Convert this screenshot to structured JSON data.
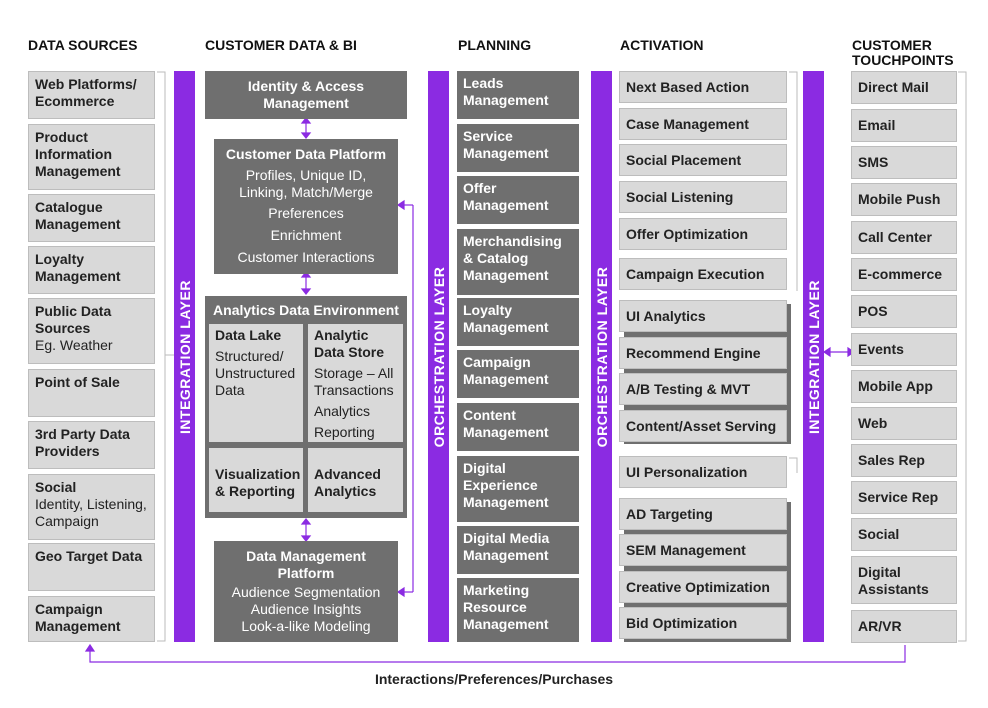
{
  "headers": {
    "data_sources": "DATA SOURCES",
    "customer_data_bi": "CUSTOMER DATA & BI",
    "planning": "PLANNING",
    "activation": "ACTIVATION",
    "touchpoints": "CUSTOMER TOUCHPOINTS"
  },
  "layers": {
    "integration": "INTEGRATION LAYER",
    "orchestration": "ORCHESTRATION LAYER"
  },
  "data_sources": [
    {
      "title": "Web Platforms/ Ecommerce",
      "sub": ""
    },
    {
      "title": "Product Information Management",
      "sub": ""
    },
    {
      "title": "Catalogue Management",
      "sub": ""
    },
    {
      "title": "Loyalty Management",
      "sub": ""
    },
    {
      "title": "Public Data Sources",
      "sub": "Eg. Weather"
    },
    {
      "title": "Point of Sale",
      "sub": ""
    },
    {
      "title": "3rd Party Data Providers",
      "sub": ""
    },
    {
      "title": "Social",
      "sub": "Identity, Listening, Campaign"
    },
    {
      "title": "Geo Target Data",
      "sub": ""
    },
    {
      "title": "Campaign Management",
      "sub": ""
    }
  ],
  "customer_data": {
    "identity": "Identity & Access Management",
    "cdp": {
      "title": "Customer Data Platform",
      "lines": [
        "Profiles, Unique ID, Linking, Match/Merge",
        "Preferences",
        "Enrichment",
        "Customer Interactions"
      ]
    },
    "ade": {
      "title": "Analytics Data Environment",
      "data_lake": {
        "title": "Data Lake",
        "sub": "Structured/ Unstructured Data"
      },
      "analytic_store": {
        "title": "Analytic Data Store",
        "lines": [
          "Storage – All Transactions",
          "Analytics",
          "Reporting"
        ]
      },
      "visualization": "Visualization & Reporting",
      "advanced": "Advanced Analytics"
    },
    "dmp": {
      "title": "Data Management Platform",
      "lines": [
        "Audience Segmentation",
        "Audience Insights",
        "Look-a-like Modeling"
      ]
    }
  },
  "planning": [
    "Leads Management",
    "Service Management",
    "Offer Management",
    "Merchandising & Catalog Management",
    "Loyalty Management",
    "Campaign Management",
    "Content Management",
    "Digital Experience Management",
    "Digital Media Management",
    "Marketing Resource Management"
  ],
  "activation": {
    "group1": [
      "Next Based Action",
      "Case Management",
      "Social Placement",
      "Social Listening",
      "Offer Optimization",
      "Campaign Execution"
    ],
    "group2": [
      "UI Analytics",
      "Recommend Engine",
      "A/B Testing & MVT",
      "Content/Asset Serving"
    ],
    "single": "UI Personalization",
    "group3": [
      "AD Targeting",
      "SEM Management",
      "Creative Optimization",
      "Bid Optimization"
    ]
  },
  "touchpoints": [
    "Direct Mail",
    "Email",
    "SMS",
    "Mobile Push",
    "Call Center",
    "E-commerce",
    "POS",
    "Events",
    "Mobile App",
    "Web",
    "Sales Rep",
    "Service Rep",
    "Social",
    "Digital Assistants",
    "AR/VR"
  ],
  "footer": "Interactions/Preferences/Purchases",
  "colors": {
    "accent": "#8b2be2",
    "dark_box": "#6f6f6f",
    "light_box": "#d9d9d9"
  }
}
